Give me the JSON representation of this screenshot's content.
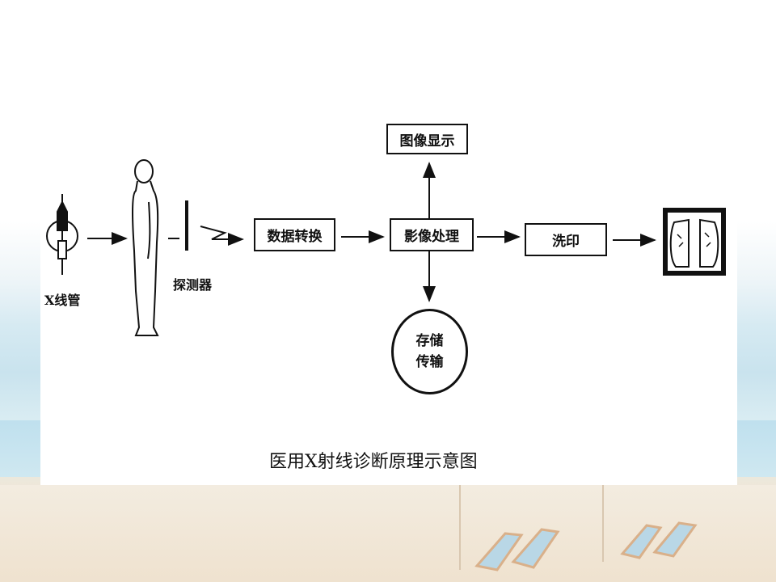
{
  "diagram": {
    "caption": "医用X射线诊断原理示意图",
    "xray_tube_label": "X线管",
    "detector_label": "探测器",
    "box_data_conversion": "数据转换",
    "box_image_processing": "影像处理",
    "box_image_display": "图像显示",
    "box_print": "洗印",
    "storage_line1": "存储",
    "storage_line2": "传输"
  }
}
